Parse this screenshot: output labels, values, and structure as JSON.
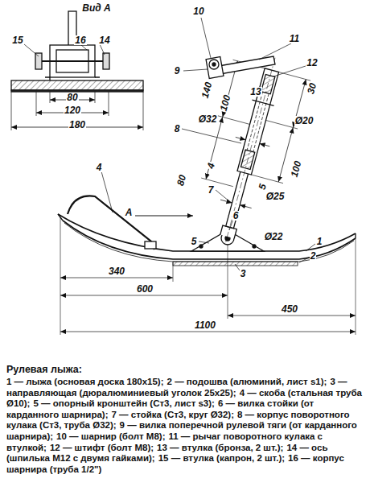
{
  "diagram": {
    "title": "Рулевая лыжа:",
    "labels": [
      "Вид А",
      "15",
      "16",
      "14",
      "80",
      "120",
      "180",
      "10",
      "11",
      "12",
      "9",
      "140",
      "13",
      "100",
      "30",
      "Ø32",
      "Ø20",
      "8",
      "4",
      "100",
      "80",
      "7",
      "5",
      "Ø25",
      "A",
      "6",
      "5",
      "Ø22",
      "4",
      "1",
      "2",
      "3",
      "340",
      "600",
      "450",
      "1100",
      "1 — лыжа (основая доска 180х15);",
      "2 — подошва (алюминий, лист s1);",
      "3 — направляющая (дюралюминиевый уголок 25х25);",
      "4 — скоба (стальная труба Ø10);",
      "5 — опорный кронштейн (Ст3, лист s3);",
      "6 — вилка стойки (от карданного шарнира);",
      "7 — стойка (Ст3, круг Ø32);",
      "8 — корпус поворотного кулака (Ст3, труба Ø32);",
      "9 — вилка поперечной рулевой тяги (от карданного шарнира);",
      "10 — шарнир (болт М8);",
      "11 — рычаг поворотного кулака с втулкой;",
      "12 — штифт (болт М8);",
      "13 — втулка (бронза, 2 шт.);",
      "14 — ось (шпилька М12 с двумя гайками);",
      "15 — втулка (капрон, 2 шт.);",
      "16 — корпус шарнира (труба 1/2\")"
    ]
  }
}
